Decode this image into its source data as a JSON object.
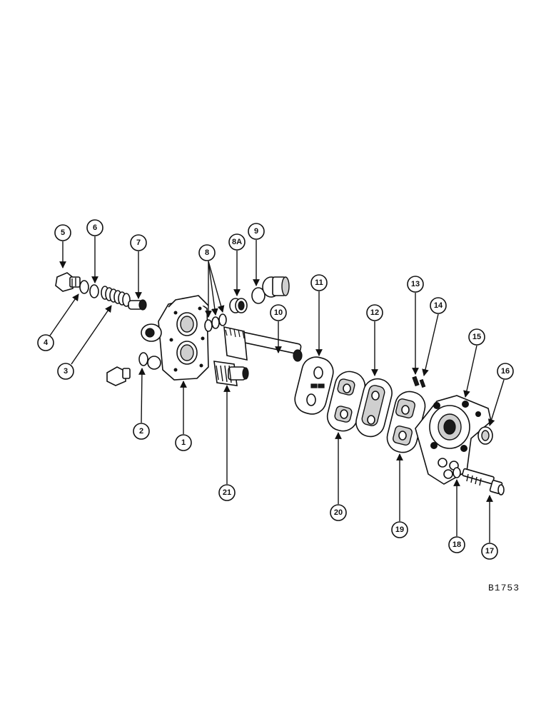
{
  "diagram": {
    "reference_code": "B1753",
    "callouts": [
      "1",
      "2",
      "3",
      "4",
      "5",
      "6",
      "7",
      "8",
      "8A",
      "9",
      "10",
      "11",
      "12",
      "13",
      "14",
      "15",
      "16",
      "17",
      "18",
      "19",
      "20",
      "21"
    ]
  }
}
